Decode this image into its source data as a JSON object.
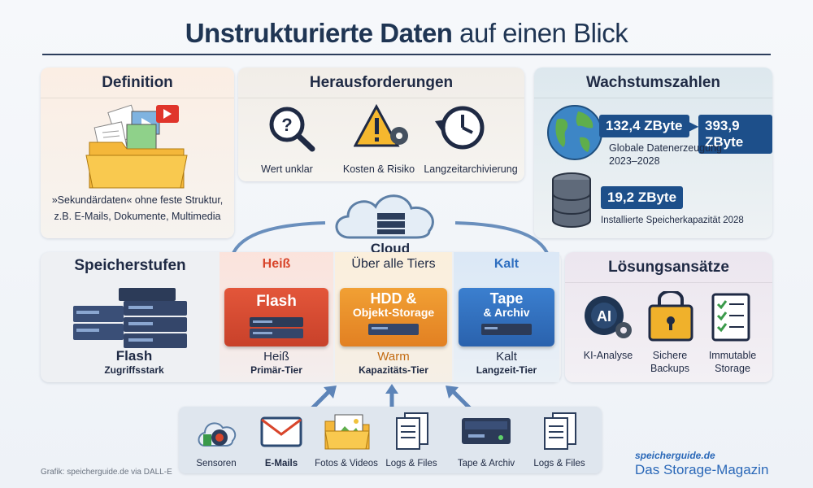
{
  "title": {
    "bold": "Unstrukturierte Daten",
    "light": "auf einen Blick"
  },
  "definition": {
    "heading": "Definition",
    "line1": "»Sekundärdaten« ohne feste Struktur,",
    "line2": "z.B. E-Mails, Dokumente, Multimedia"
  },
  "challenges": {
    "heading": "Herausforderungen",
    "items": [
      {
        "label": "Wert unklar",
        "icon": "magnifier-question-icon"
      },
      {
        "label": "Kosten & Risiko",
        "icon": "warning-gear-icon"
      },
      {
        "label": "Langzeitarchivierung",
        "icon": "history-clock-icon"
      }
    ]
  },
  "growth": {
    "heading": "Wachstumszahlen",
    "from": "132,4 ZByte",
    "to": "393,9 ZByte",
    "desc1": "Globale Datenerzeugung",
    "desc2": "2023–2028",
    "storage": "19,2 ZByte",
    "storage_desc": "Installierte Speicherkapazität 2028"
  },
  "cloud": {
    "label": "Cloud",
    "sub": "Über alle Tiers"
  },
  "storage_tiers": {
    "heading": "Speicherstufen",
    "left_label": "Flash",
    "left_sub": "Zugriffsstark",
    "tiers": [
      {
        "head": "Heiß",
        "card1": "Flash",
        "card2": "",
        "label": "Heiß",
        "sub": "Primär-Tier"
      },
      {
        "head": "",
        "card1": "HDD &",
        "card2": "Objekt-Storage",
        "label": "Warm",
        "sub": "Kapazitäts-Tier"
      },
      {
        "head": "Kalt",
        "card1": "Tape",
        "card2": "& Archiv",
        "label": "Kalt",
        "sub": "Langzeit-Tier"
      }
    ]
  },
  "solutions": {
    "heading": "Lösungsansätze",
    "items": [
      {
        "line1": "KI-Analyse",
        "line2": "",
        "icon": "ai-gear-icon"
      },
      {
        "line1": "Sichere",
        "line2": "Backups",
        "icon": "lock-icon"
      },
      {
        "line1": "Immutable",
        "line2": "Storage",
        "icon": "checklist-icon"
      }
    ]
  },
  "sources": [
    {
      "label": "Sensoren",
      "icon": "sensor-cloud-icon"
    },
    {
      "label": "E-Mails",
      "icon": "mail-icon"
    },
    {
      "label": "Fotos & Videos",
      "icon": "photo-folder-icon"
    },
    {
      "label": "Logs & Files",
      "icon": "document-icon"
    },
    {
      "label": "Tape & Archiv",
      "icon": "tape-drive-icon"
    },
    {
      "label": "Logs & Files",
      "icon": "document-icon"
    }
  ],
  "credit": "Grafik: speicherguide.de via DALL-E",
  "brand": {
    "site": "speicherguide.de",
    "tagline": "Das Storage-Magazin"
  },
  "colors": {
    "hot": "#d8452b",
    "warm": "#e8922a",
    "cold": "#2f6fc0",
    "navy": "#1d4f8a"
  }
}
